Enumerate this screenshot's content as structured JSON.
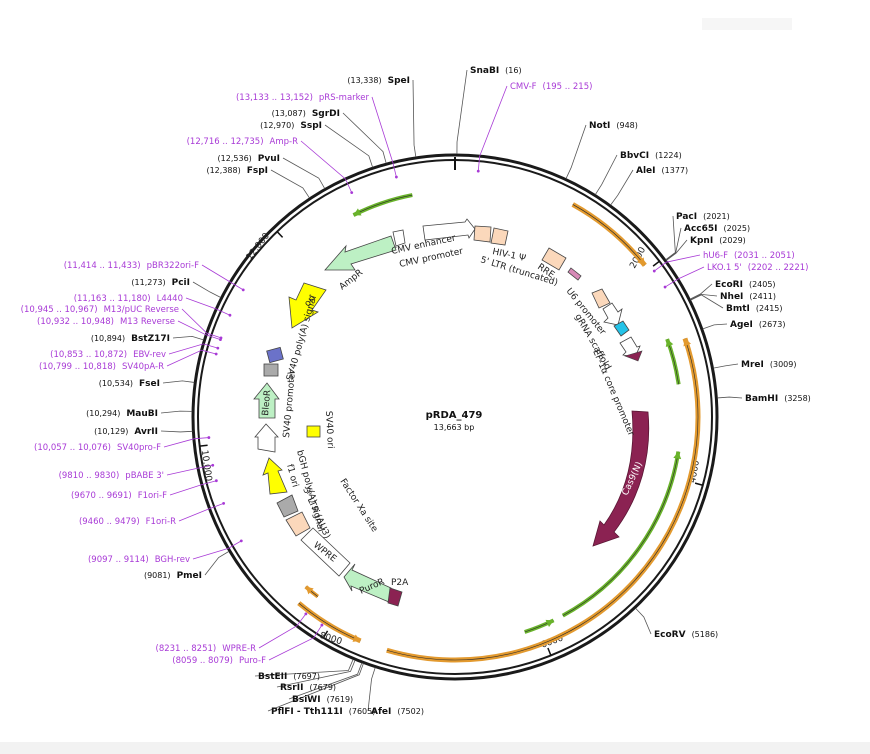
{
  "plasmid": {
    "name": "pRDA_479",
    "length_label": "13,663 bp",
    "length": 13663
  },
  "colors": {
    "primer": "#a83ad6",
    "orange_arc": "#e39a2f",
    "green_arc": "#69b32b",
    "cas9": "#8b2252",
    "amp": "#bdf0c4",
    "ori": "#ffff00",
    "promoter": "#ffffff",
    "ltr": "#fbd8bb"
  },
  "ticks": [
    {
      "pos": 2000,
      "label": "2000"
    },
    {
      "pos": 4000,
      "label": "4000"
    },
    {
      "pos": 6000,
      "label": "6000"
    },
    {
      "pos": 8000,
      "label": "8000"
    },
    {
      "pos": 10000,
      "label": "10,000"
    },
    {
      "pos": 12000,
      "label": "12,000"
    }
  ],
  "sites": [
    {
      "name": "SnaBI",
      "pos_label": "(16)",
      "pos": 16
    },
    {
      "name": "NotI",
      "pos_label": "(948)",
      "pos": 948
    },
    {
      "name": "BbvCI",
      "pos_label": "(1224)",
      "pos": 1224
    },
    {
      "name": "AleI",
      "pos_label": "(1377)",
      "pos": 1377
    },
    {
      "name": "PacI",
      "pos_label": "(2021)",
      "pos": 2021
    },
    {
      "name": "Acc65I",
      "pos_label": "(2025)",
      "pos": 2025
    },
    {
      "name": "KpnI",
      "pos_label": "(2029)",
      "pos": 2029
    },
    {
      "name": "EcoRI",
      "pos_label": "(2405)",
      "pos": 2405
    },
    {
      "name": "NheI",
      "pos_label": "(2411)",
      "pos": 2411
    },
    {
      "name": "BmtI",
      "pos_label": "(2415)",
      "pos": 2415
    },
    {
      "name": "AgeI",
      "pos_label": "(2673)",
      "pos": 2673
    },
    {
      "name": "MreI",
      "pos_label": "(3009)",
      "pos": 3009
    },
    {
      "name": "BamHI",
      "pos_label": "(3258)",
      "pos": 3258
    },
    {
      "name": "EcoRV",
      "pos_label": "(5186)",
      "pos": 5186
    },
    {
      "name": "AfeI",
      "pos_label": "(7502)",
      "pos": 7502
    },
    {
      "name": "PflFI - Tth111I",
      "pos_label": "(7605)",
      "pos": 7605
    },
    {
      "name": "BsiWI",
      "pos_label": "(7619)",
      "pos": 7619
    },
    {
      "name": "RsrII",
      "pos_label": "(7679)",
      "pos": 7679
    },
    {
      "name": "BstEII",
      "pos_label": "(7697)",
      "pos": 7697
    },
    {
      "name": "PmeI",
      "pos_label": "(9081)",
      "pos": 9081
    },
    {
      "name": "AvrII",
      "pos_label": "(10,129)",
      "pos": 10129
    },
    {
      "name": "MauBI",
      "pos_label": "(10,294)",
      "pos": 10294
    },
    {
      "name": "FseI",
      "pos_label": "(10,534)",
      "pos": 10534
    },
    {
      "name": "BstZ17I",
      "pos_label": "(10,894)",
      "pos": 10894
    },
    {
      "name": "PciI",
      "pos_label": "(11,273)",
      "pos": 11273
    },
    {
      "name": "FspI",
      "pos_label": "(12,388)",
      "pos": 12388
    },
    {
      "name": "PvuI",
      "pos_label": "(12,536)",
      "pos": 12536
    },
    {
      "name": "SspI",
      "pos_label": "(12,970)",
      "pos": 12970
    },
    {
      "name": "SgrDI",
      "pos_label": "(13,087)",
      "pos": 13087
    },
    {
      "name": "SpeI",
      "pos_label": "(13,338)",
      "pos": 13338
    }
  ],
  "primers": [
    {
      "name": "CMV-F",
      "range": "(195 .. 215)",
      "pos": 205
    },
    {
      "name": "hU6-F",
      "range": "(2031 .. 2051)",
      "pos": 2041
    },
    {
      "name": "LKO.1 5'",
      "range": "(2202 .. 2221)",
      "pos": 2211
    },
    {
      "name": "WPRE-R",
      "range": "(8231 .. 8251)",
      "pos": 8241
    },
    {
      "name": "Puro-F",
      "range": "(8059 .. 8079)",
      "pos": 8069
    },
    {
      "name": "BGH-rev",
      "range": "(9097 .. 9114)",
      "pos": 9105
    },
    {
      "name": "F1ori-R",
      "range": "(9460 .. 9479)",
      "pos": 9470
    },
    {
      "name": "F1ori-F",
      "range": "(9670 .. 9691)",
      "pos": 9680
    },
    {
      "name": "pBABE 3'",
      "range": "(9810 .. 9830)",
      "pos": 9820
    },
    {
      "name": "SV40pro-F",
      "range": "(10,057 .. 10,076)",
      "pos": 10066
    },
    {
      "name": "SV40pA-R",
      "range": "(10,799 .. 10,818)",
      "pos": 10808
    },
    {
      "name": "EBV-rev",
      "range": "(10,853 .. 10,872)",
      "pos": 10862
    },
    {
      "name": "M13 Reverse",
      "range": "(10,932 .. 10,948)",
      "pos": 10940
    },
    {
      "name": "M13/pUC Reverse",
      "range": "(10,945 .. 10,967)",
      "pos": 10956
    },
    {
      "name": "L4440",
      "range": "(11,163 .. 11,180)",
      "pos": 11171
    },
    {
      "name": "pBR322ori-F",
      "range": "(11,414 .. 11,433)",
      "pos": 11423
    },
    {
      "name": "Amp-R",
      "range": "(12,716 .. 12,735)",
      "pos": 12725
    },
    {
      "name": "pRS-marker",
      "range": "(13,133 .. 13,152)",
      "pos": 13142
    }
  ],
  "features": [
    {
      "name": "CMV enhancer",
      "label": "CMV enhancer"
    },
    {
      "name": "CMV promoter",
      "label": "CMV promoter"
    },
    {
      "name": "HIV-1 psi",
      "label": "HIV-1 Ψ"
    },
    {
      "name": "5' LTR (truncated)",
      "label": "5' LTR (truncated)"
    },
    {
      "name": "RRE",
      "label": "RRE"
    },
    {
      "name": "U6 promoter",
      "label": "U6 promoter"
    },
    {
      "name": "gRNA scaffold",
      "label": "gRNA scaffold"
    },
    {
      "name": "EF-1a core promoter",
      "label": "EF-1α core promoter"
    },
    {
      "name": "Cas9(N)",
      "label": "Cas9(N)"
    },
    {
      "name": "P2A",
      "label": "P2A"
    },
    {
      "name": "PuroR",
      "label": "PuroR"
    },
    {
      "name": "WPRE",
      "label": "WPRE"
    },
    {
      "name": "Factor Xa site",
      "label": "Factor Xa site"
    },
    {
      "name": "3' LTR (dU3)",
      "label": "3' LTR (ΔU3)"
    },
    {
      "name": "f1 ori",
      "label": "f1 ori"
    },
    {
      "name": "bGH poly(A) signal",
      "label": "bGH poly(A) signal"
    },
    {
      "name": "SV40 ori",
      "label": "SV40 ori"
    },
    {
      "name": "SV40 promoter",
      "label": "SV40 promoter"
    },
    {
      "name": "BleoR",
      "label": "BleoR"
    },
    {
      "name": "SV40 poly(A) signal",
      "label": "SV40 poly(A) signal"
    },
    {
      "name": "ori",
      "label": "ori"
    },
    {
      "name": "AmpR",
      "label": "AmpR"
    }
  ]
}
